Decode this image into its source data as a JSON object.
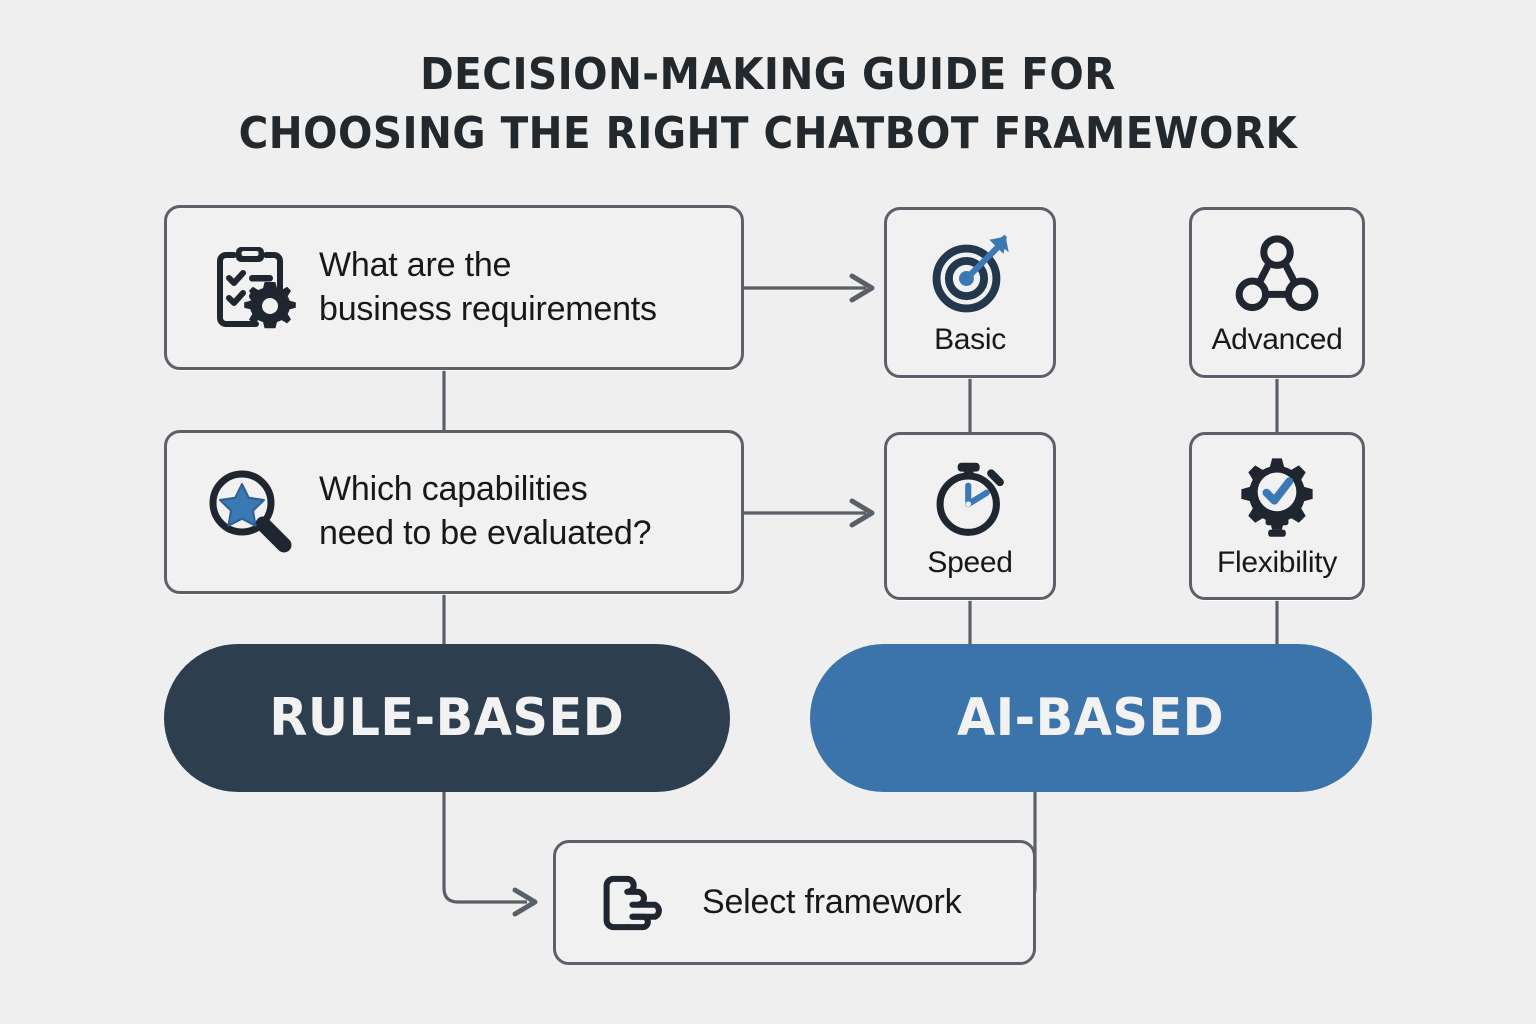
{
  "title": "DECISION-MAKING GUIDE FOR\nCHOOSING THE RIGHT CHATBOT FRAMEWORK",
  "colors": {
    "background": "#efefef",
    "node_fill": "#f1f1f1",
    "node_border": "#5c6169",
    "connector": "#5a6068",
    "rule_based_fill": "#2d3e4e",
    "ai_based_fill": "#3b73ab",
    "accent_blue": "#3b79b5",
    "icon_dark": "#1f2630",
    "text_dark": "#17181a"
  },
  "questions": [
    {
      "id": "business-requirements",
      "text": "What are the\nbusiness requirements",
      "icon": "clipboard-checklist-gear-icon"
    },
    {
      "id": "capabilities",
      "text": "Which capabilities\nneed to be evaluated?",
      "icon": "magnifier-star-icon"
    }
  ],
  "cards": [
    {
      "id": "basic",
      "label": "Basic",
      "icon": "target-dart-icon"
    },
    {
      "id": "advanced",
      "label": "Advanced",
      "icon": "network-nodes-icon"
    },
    {
      "id": "speed",
      "label": "Speed",
      "icon": "stopwatch-icon"
    },
    {
      "id": "flexibility",
      "label": "Flexibility",
      "icon": "gear-lightbulb-check-icon"
    }
  ],
  "decisions": [
    {
      "id": "rule-based",
      "label": "RULE-BASED",
      "fill": "#2d3e4e"
    },
    {
      "id": "ai-based",
      "label": "AI-BASED",
      "fill": "#3b73ab"
    }
  ],
  "outcome": {
    "id": "select-framework",
    "label": "Select framework",
    "icon": "pointing-hand-icon"
  }
}
